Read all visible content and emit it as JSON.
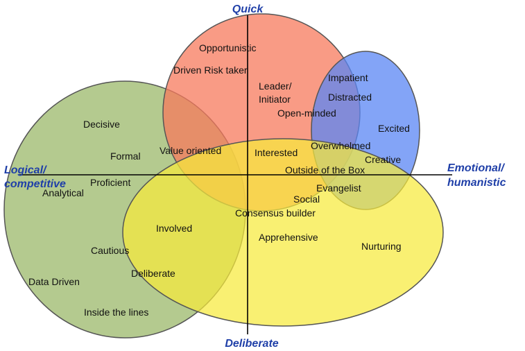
{
  "colors": {
    "green": "#9bb86a",
    "red": "#f77a5c",
    "blue": "#5a86f4",
    "yellow": "#f6ea3c",
    "axis_text": "#1f3fa8",
    "stroke": "#555555"
  },
  "axes": {
    "top": "Quick",
    "bottom": "Deliberate",
    "left_line1": "Logical/",
    "left_line2": "competitive",
    "right_line1": "Emotional/",
    "right_line2": "humanistic"
  },
  "circles": {
    "green": "Logical / competitive set",
    "red": "Quick set",
    "blue": "Emotional set",
    "yellow": "Deliberate set"
  },
  "labels": {
    "opportunistic": "Opportunistic",
    "driven_risk_taker": "Driven Risk taker",
    "leader": "Leader/",
    "initiator": "Initiator",
    "open_minded": "Open-minded",
    "impatient": "Impatient",
    "distracted": "Distracted",
    "excited": "Excited",
    "overwhelmed": "Overwhelmed",
    "creative": "Creative",
    "decisive": "Decisive",
    "formal": "Formal",
    "value_oriented": "Value oriented",
    "interested": "Interested",
    "outside_box": "Outside of the Box",
    "proficient": "Proficient",
    "analytical": "Analytical",
    "evangelist": "Evangelist",
    "social": "Social",
    "consensus_builder": "Consensus builder",
    "involved": "Involved",
    "apprehensive": "Apprehensive",
    "nurturing": "Nurturing",
    "cautious": "Cautious",
    "deliberate": "Deliberate",
    "data_driven": "Data Driven",
    "inside_lines": "Inside the lines"
  }
}
